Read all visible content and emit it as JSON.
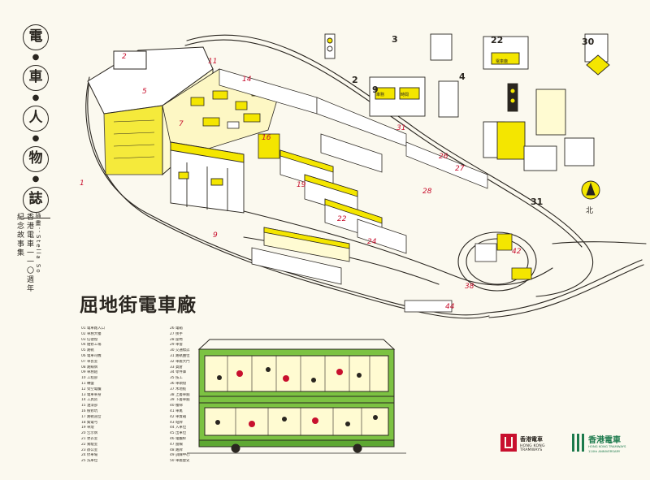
{
  "title": {
    "chars": [
      "電",
      "車",
      "人",
      "物",
      "誌"
    ]
  },
  "credit": "插畫：Stella So",
  "subtitle_line1": "香港電車一一〇週年",
  "subtitle_line2": "紀念故事集",
  "depot_title": "屈地街電車廠",
  "north_label": "北",
  "colors": {
    "highlight_yellow": "#f4e600",
    "tram_green": "#7cc242",
    "ink": "#2a2620",
    "marker_red": "#c8102e",
    "logo_green": "#1c7a4c",
    "paper": "#fbf9ef"
  },
  "sign_labels": {
    "notice": "電車廠",
    "board_a": "車務",
    "board_b": "時間"
  },
  "logos": {
    "hk_tramways_zh": "香港電車",
    "hk_tramways_en": "HONG KONG TRAMWAYS",
    "anniversary_zh": "香港電車",
    "anniversary_en1": "HONG KONG TRAMWAYS",
    "anniversary_en2": "110th ANNIVERSARY"
  },
  "legend": [
    "01 電車廠入口",
    "02 車務大樓",
    "03 信號燈",
    "04 維修工場",
    "05 路軌",
    "06 電車司機",
    "07 車長室",
    "08 路線牌",
    "09 車務組",
    "10 工程部",
    "11 轉盤",
    "12 架空電纜",
    "13 電車車身",
    "14 工具房",
    "15 油漆部",
    "16 檢修坑",
    "17 路軌道岔",
    "18 集電弓",
    "19 車燈",
    "20 告示牌",
    "21 更衣室",
    "22 駕駛室",
    "23 辦公室",
    "24 停車場",
    "25 洗車位",
    "26 電箱",
    "27 扶手",
    "28 座椅",
    "29 車窗",
    "30 交通標誌",
    "31 路軌曲位",
    "32 車廠大門",
    "33 貨倉",
    "34 零件庫",
    "35 技工",
    "36 車頭燈",
    "37 木地板",
    "38 上層車廂",
    "39 下層車廂",
    "40 樓梯",
    "41 車尾",
    "42 車資箱",
    "43 站牌",
    "44 入車位",
    "45 出車位",
    "46 電纜桿",
    "47 圍欄",
    "48 路牌",
    "49 訓練中心",
    "50 車廠歷史"
  ]
}
